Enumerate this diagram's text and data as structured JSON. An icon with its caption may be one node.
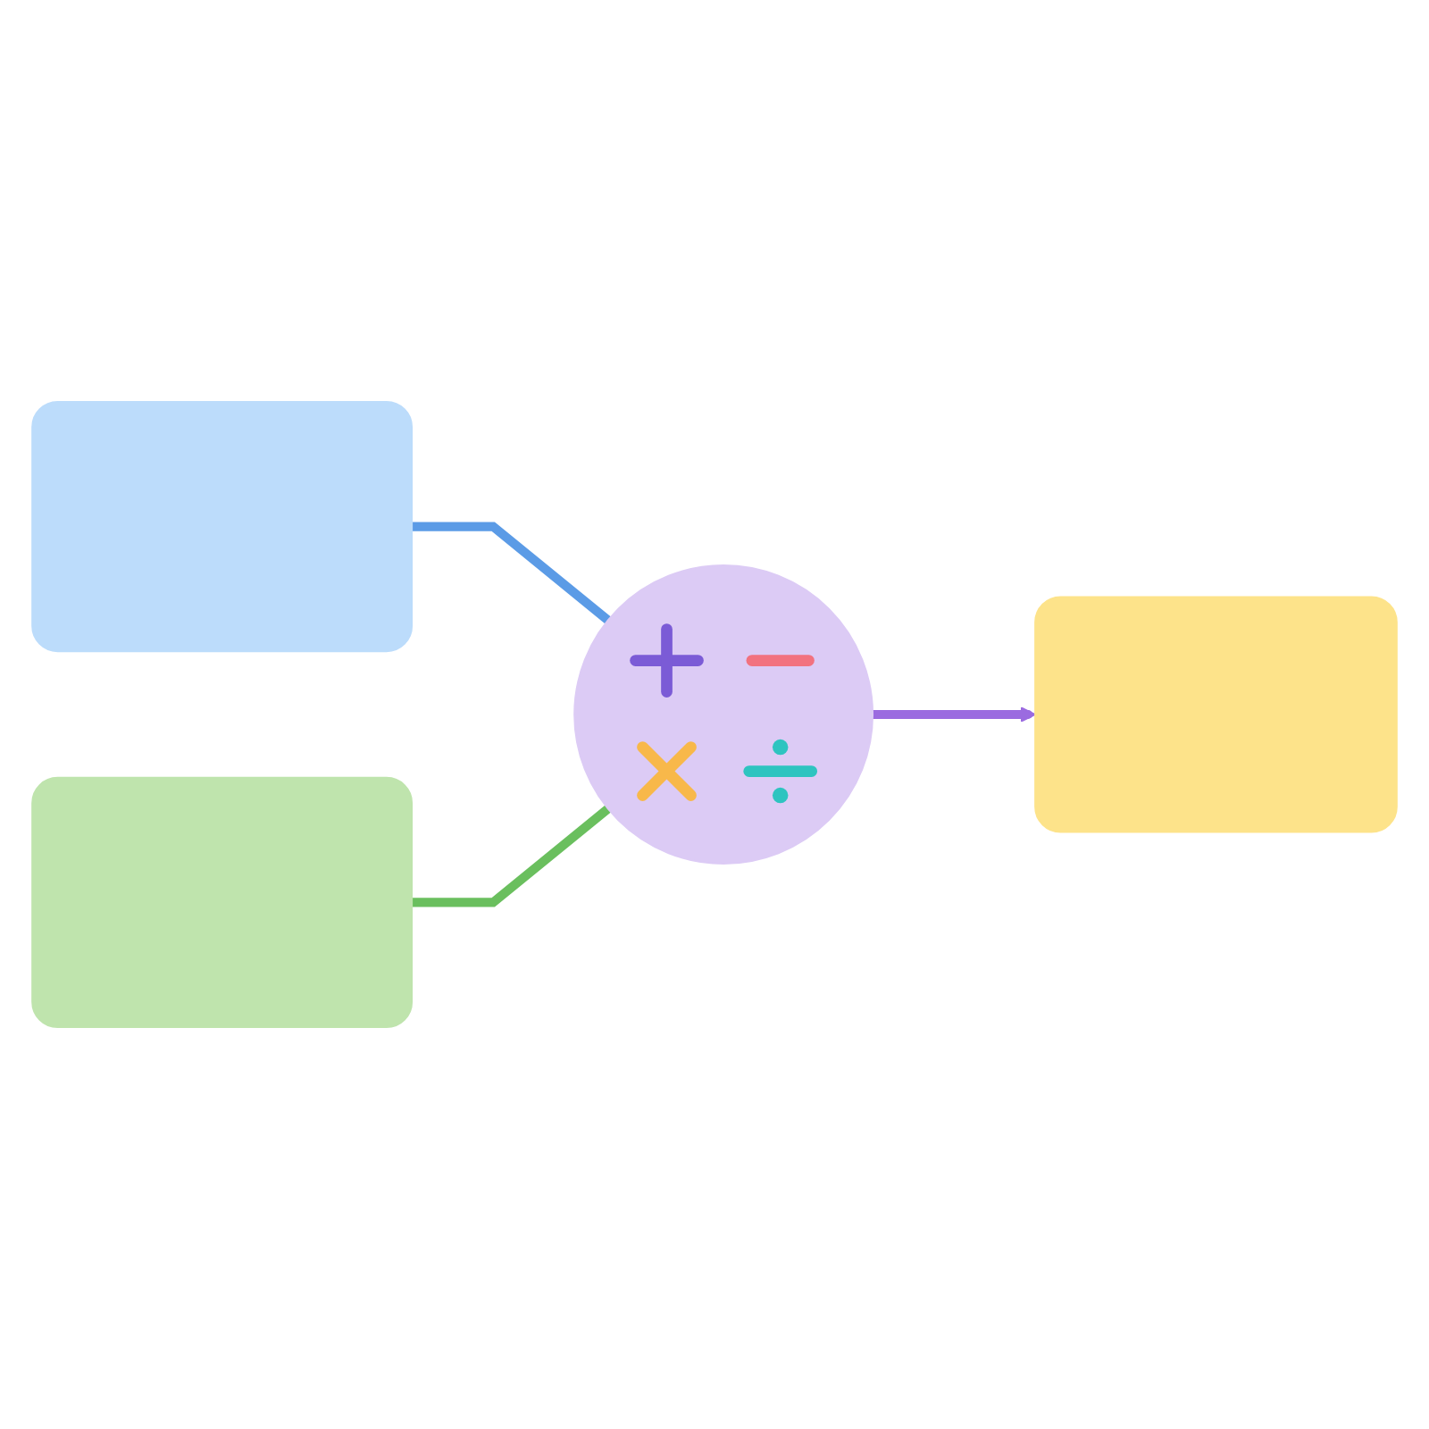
{
  "diagram": {
    "nodes": [
      {
        "text": [],
        "shape": "box"
      },
      {
        "text": [],
        "shape": "box"
      },
      {
        "text": [],
        "shape": "circle"
      },
      {
        "text": [],
        "shape": "box"
      }
    ],
    "edges": [
      {
        "from": 0,
        "to": 2,
        "arrow": "none",
        "color": "#5b9be6"
      },
      {
        "from": 1,
        "to": 2,
        "arrow": "none",
        "color": "#6abf5e"
      },
      {
        "from": 2,
        "to": 3,
        "arrow": "to",
        "color": "#9b6be0"
      }
    ]
  }
}
